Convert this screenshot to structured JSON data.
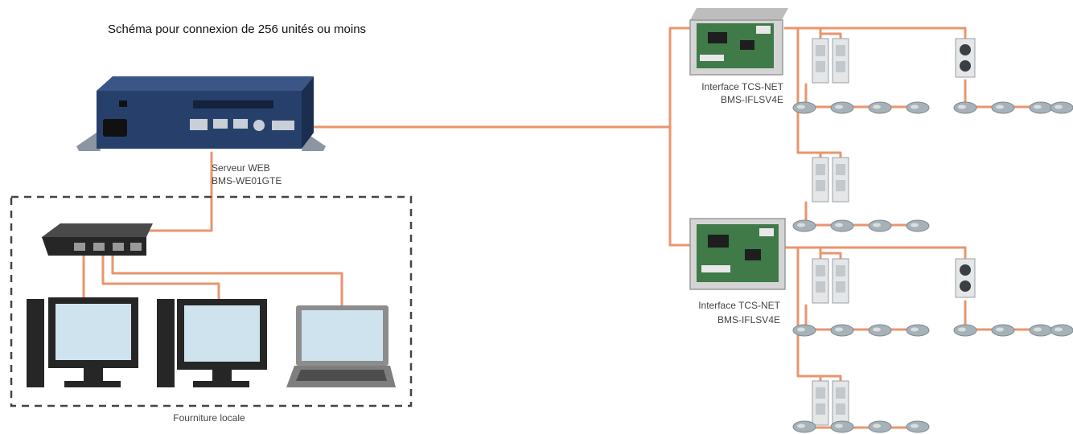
{
  "title": "Schéma pour connexion de 256 unités ou moins",
  "labels": {
    "server_name": "Serveur WEB",
    "server_model": "BMS-WE01GTE",
    "interface_top_name": "Interface TCS-NET",
    "interface_top_model": "BMS-IFLSV4E",
    "interface_bottom_name": "Interface TCS-NET",
    "interface_bottom_model": "BMS-IFLSV4E",
    "local_supply": "Fourniture locale"
  },
  "colors": {
    "cable": "#e9956f",
    "server_body": "#27406b",
    "screen": "#cfe3ef",
    "device_dark": "#262626",
    "outdoor_unit": "#e4e6e8",
    "indoor_unit": "#a7b2b8"
  }
}
